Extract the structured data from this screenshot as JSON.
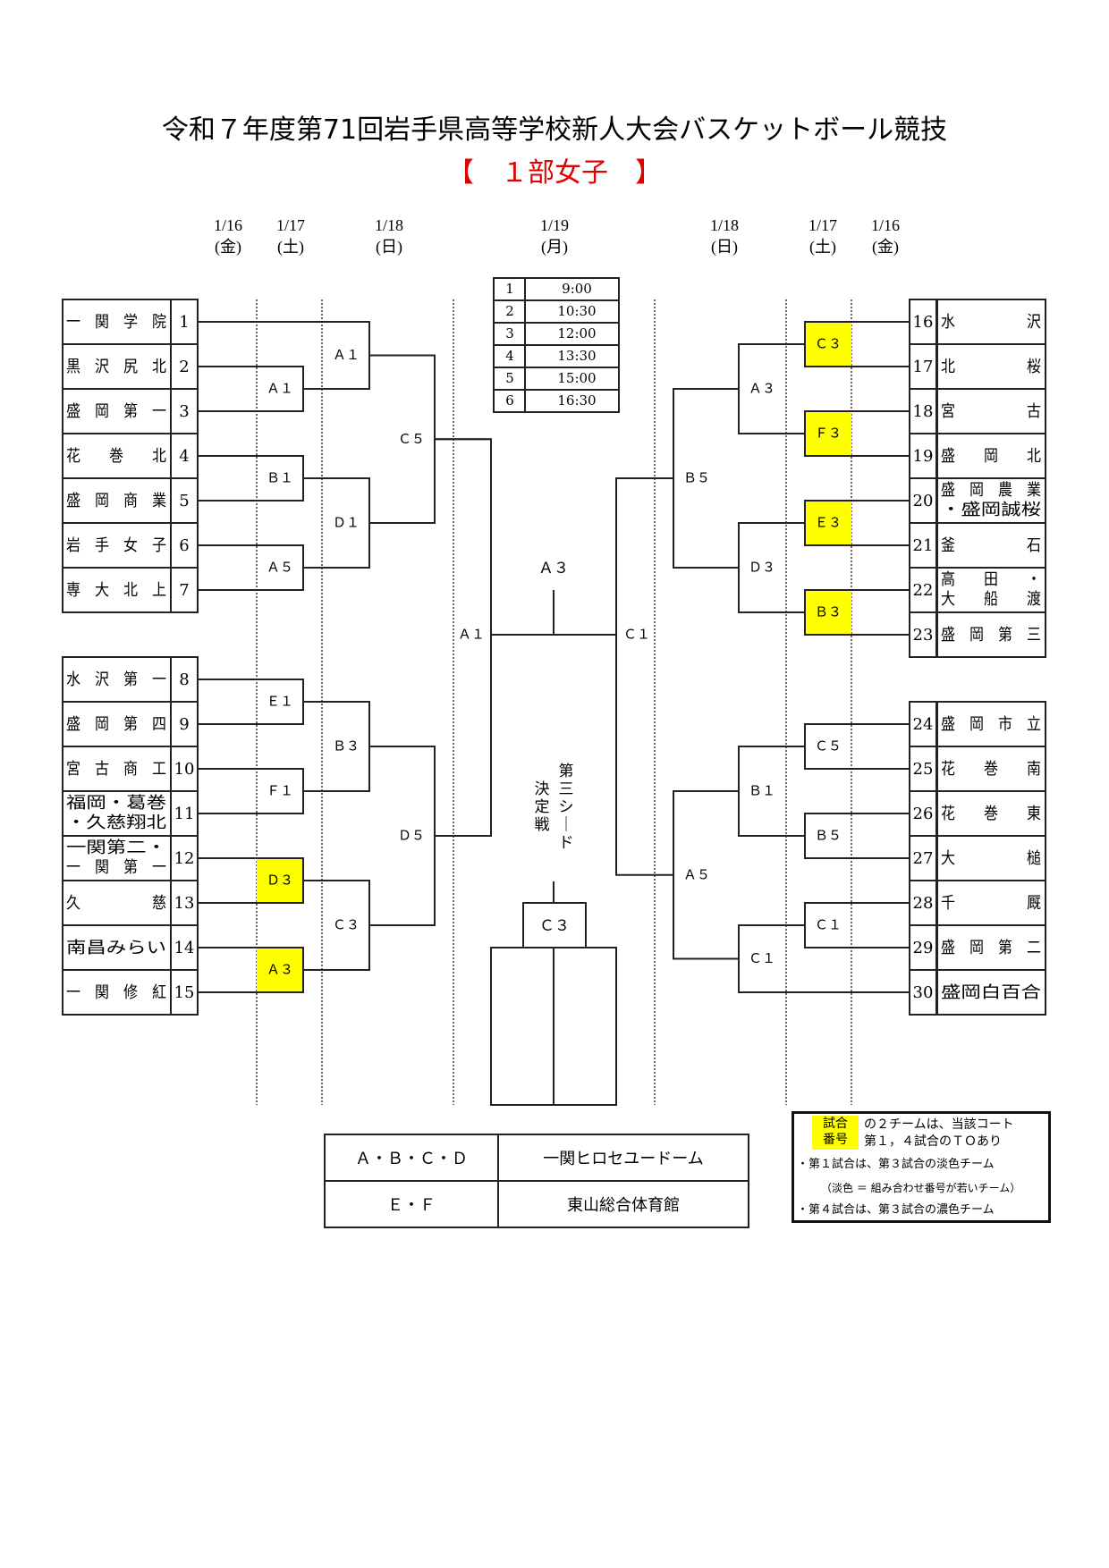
{
  "header": {
    "title": "令和７年度第71回岩手県高等学校新人大会バスケットボール競技",
    "subtitle": "【　１部女子　】"
  },
  "dates": [
    {
      "date": "1/16",
      "day": "(金)"
    },
    {
      "date": "1/17",
      "day": "(土)"
    },
    {
      "date": "1/18",
      "day": "(日)"
    },
    {
      "date": "1/19",
      "day": "(月)"
    },
    {
      "date": "1/18",
      "day": "(日)"
    },
    {
      "date": "1/17",
      "day": "(土)"
    },
    {
      "date": "1/16",
      "day": "(金)"
    }
  ],
  "colors": {
    "highlight": "#ffff00",
    "subtitle": "#e00000"
  },
  "schedule": [
    {
      "no": "1",
      "time": "9:00"
    },
    {
      "no": "2",
      "time": "10:30"
    },
    {
      "no": "3",
      "time": "12:00"
    },
    {
      "no": "4",
      "time": "13:30"
    },
    {
      "no": "5",
      "time": "15:00"
    },
    {
      "no": "6",
      "time": "16:30"
    }
  ],
  "teams": [
    {
      "no": "1",
      "name": "一　関　学　院"
    },
    {
      "no": "2",
      "name": "黒　沢　尻　北"
    },
    {
      "no": "3",
      "name": "盛　岡　第　一"
    },
    {
      "no": "4",
      "name": "花　　巻　　北"
    },
    {
      "no": "5",
      "name": "盛　岡　商　業"
    },
    {
      "no": "6",
      "name": "岩　手　女　子"
    },
    {
      "no": "7",
      "name": "専　大　北　上"
    },
    {
      "no": "8",
      "name": "水　沢　第　一"
    },
    {
      "no": "9",
      "name": "盛　岡　第　四"
    },
    {
      "no": "10",
      "name": "宮　古　商　工"
    },
    {
      "no": "11",
      "name": "福岡・葛巻\n・久慈翔北"
    },
    {
      "no": "12",
      "name": "一関第二・\n一　関　第　一"
    },
    {
      "no": "13",
      "name": "久　　　　　慈"
    },
    {
      "no": "14",
      "name": "南昌みらい"
    },
    {
      "no": "15",
      "name": "一　関　修　紅"
    },
    {
      "no": "16",
      "name": "水　　　　　沢"
    },
    {
      "no": "17",
      "name": "北　　　　　桜"
    },
    {
      "no": "18",
      "name": "宮　　　　　古"
    },
    {
      "no": "19",
      "name": "盛　　岡　　北"
    },
    {
      "no": "20",
      "name": "盛　岡　農　業\n・盛岡誠桜"
    },
    {
      "no": "21",
      "name": "釜　　　　　石"
    },
    {
      "no": "22",
      "name": "高　　田　　・\n大　　船　　渡"
    },
    {
      "no": "23",
      "name": "盛　岡　第　三"
    },
    {
      "no": "24",
      "name": "盛　岡　市　立"
    },
    {
      "no": "25",
      "name": "花　　巻　　南"
    },
    {
      "no": "26",
      "name": "花　　巻　　東"
    },
    {
      "no": "27",
      "name": "大　　　　　槌"
    },
    {
      "no": "28",
      "name": "千　　　　　厩"
    },
    {
      "no": "29",
      "name": "盛　岡　第　二"
    },
    {
      "no": "30",
      "name": "盛岡白百合"
    }
  ],
  "matches": {
    "left": {
      "r1": [
        {
          "label": "Ａ１",
          "teams": "2-3",
          "highlight": false
        },
        {
          "label": "Ｂ１",
          "teams": "4-5",
          "highlight": false
        },
        {
          "label": "Ａ５",
          "teams": "6-7",
          "highlight": false
        },
        {
          "label": "Ｅ１",
          "teams": "8-9",
          "highlight": false
        },
        {
          "label": "Ｆ１",
          "teams": "10-11",
          "highlight": false
        },
        {
          "label": "Ｄ３",
          "teams": "12-13",
          "highlight": true
        },
        {
          "label": "Ａ３",
          "teams": "14-15",
          "highlight": true
        }
      ],
      "r2": [
        {
          "label": "Ａ１"
        },
        {
          "label": "Ｄ１"
        },
        {
          "label": "Ｂ３"
        },
        {
          "label": "Ｃ３"
        }
      ],
      "r3": [
        {
          "label": "Ｃ５"
        },
        {
          "label": "Ｄ５"
        }
      ],
      "semi": {
        "label": "Ａ１"
      }
    },
    "right": {
      "r1": [
        {
          "label": "Ｃ３",
          "teams": "16-17",
          "highlight": true
        },
        {
          "label": "Ｆ３",
          "teams": "18-19",
          "highlight": true
        },
        {
          "label": "Ｅ３",
          "teams": "20-21",
          "highlight": true
        },
        {
          "label": "Ｂ３",
          "teams": "22-23",
          "highlight": true
        },
        {
          "label": "Ｃ５",
          "teams": "24-25",
          "highlight": false
        },
        {
          "label": "Ｂ５",
          "teams": "26-27",
          "highlight": false
        },
        {
          "label": "Ｃ１",
          "teams": "28-29",
          "highlight": false
        }
      ],
      "r2": [
        {
          "label": "Ａ３"
        },
        {
          "label": "Ｄ３"
        },
        {
          "label": "Ｂ１"
        },
        {
          "label": "Ｃ１"
        }
      ],
      "r3": [
        {
          "label": "Ｂ５"
        },
        {
          "label": "Ａ５"
        }
      ],
      "semi": {
        "label": "Ｃ１"
      }
    },
    "final": {
      "label": "Ａ３"
    },
    "third_place": {
      "label": "Ｃ３",
      "caption_col1": "第三シード",
      "caption_col2": "決定戦"
    }
  },
  "venues": [
    {
      "courts": "Ａ・Ｂ・Ｃ・Ｄ",
      "venue": "一関ヒロセユードーム"
    },
    {
      "courts": "Ｅ・Ｆ",
      "venue": "東山総合体育館"
    }
  ],
  "note": {
    "highlight_label_1": "試合",
    "highlight_label_2": "番号",
    "line1": "の２チームは、当該コート",
    "line2": "第１，４試合のＴＯあり",
    "line3": "・第１試合は、第３試合の淡色チーム",
    "line4": "（淡色 ＝ 組み合わせ番号が若いチーム）",
    "line5": "・第４試合は、第３試合の濃色チーム"
  }
}
